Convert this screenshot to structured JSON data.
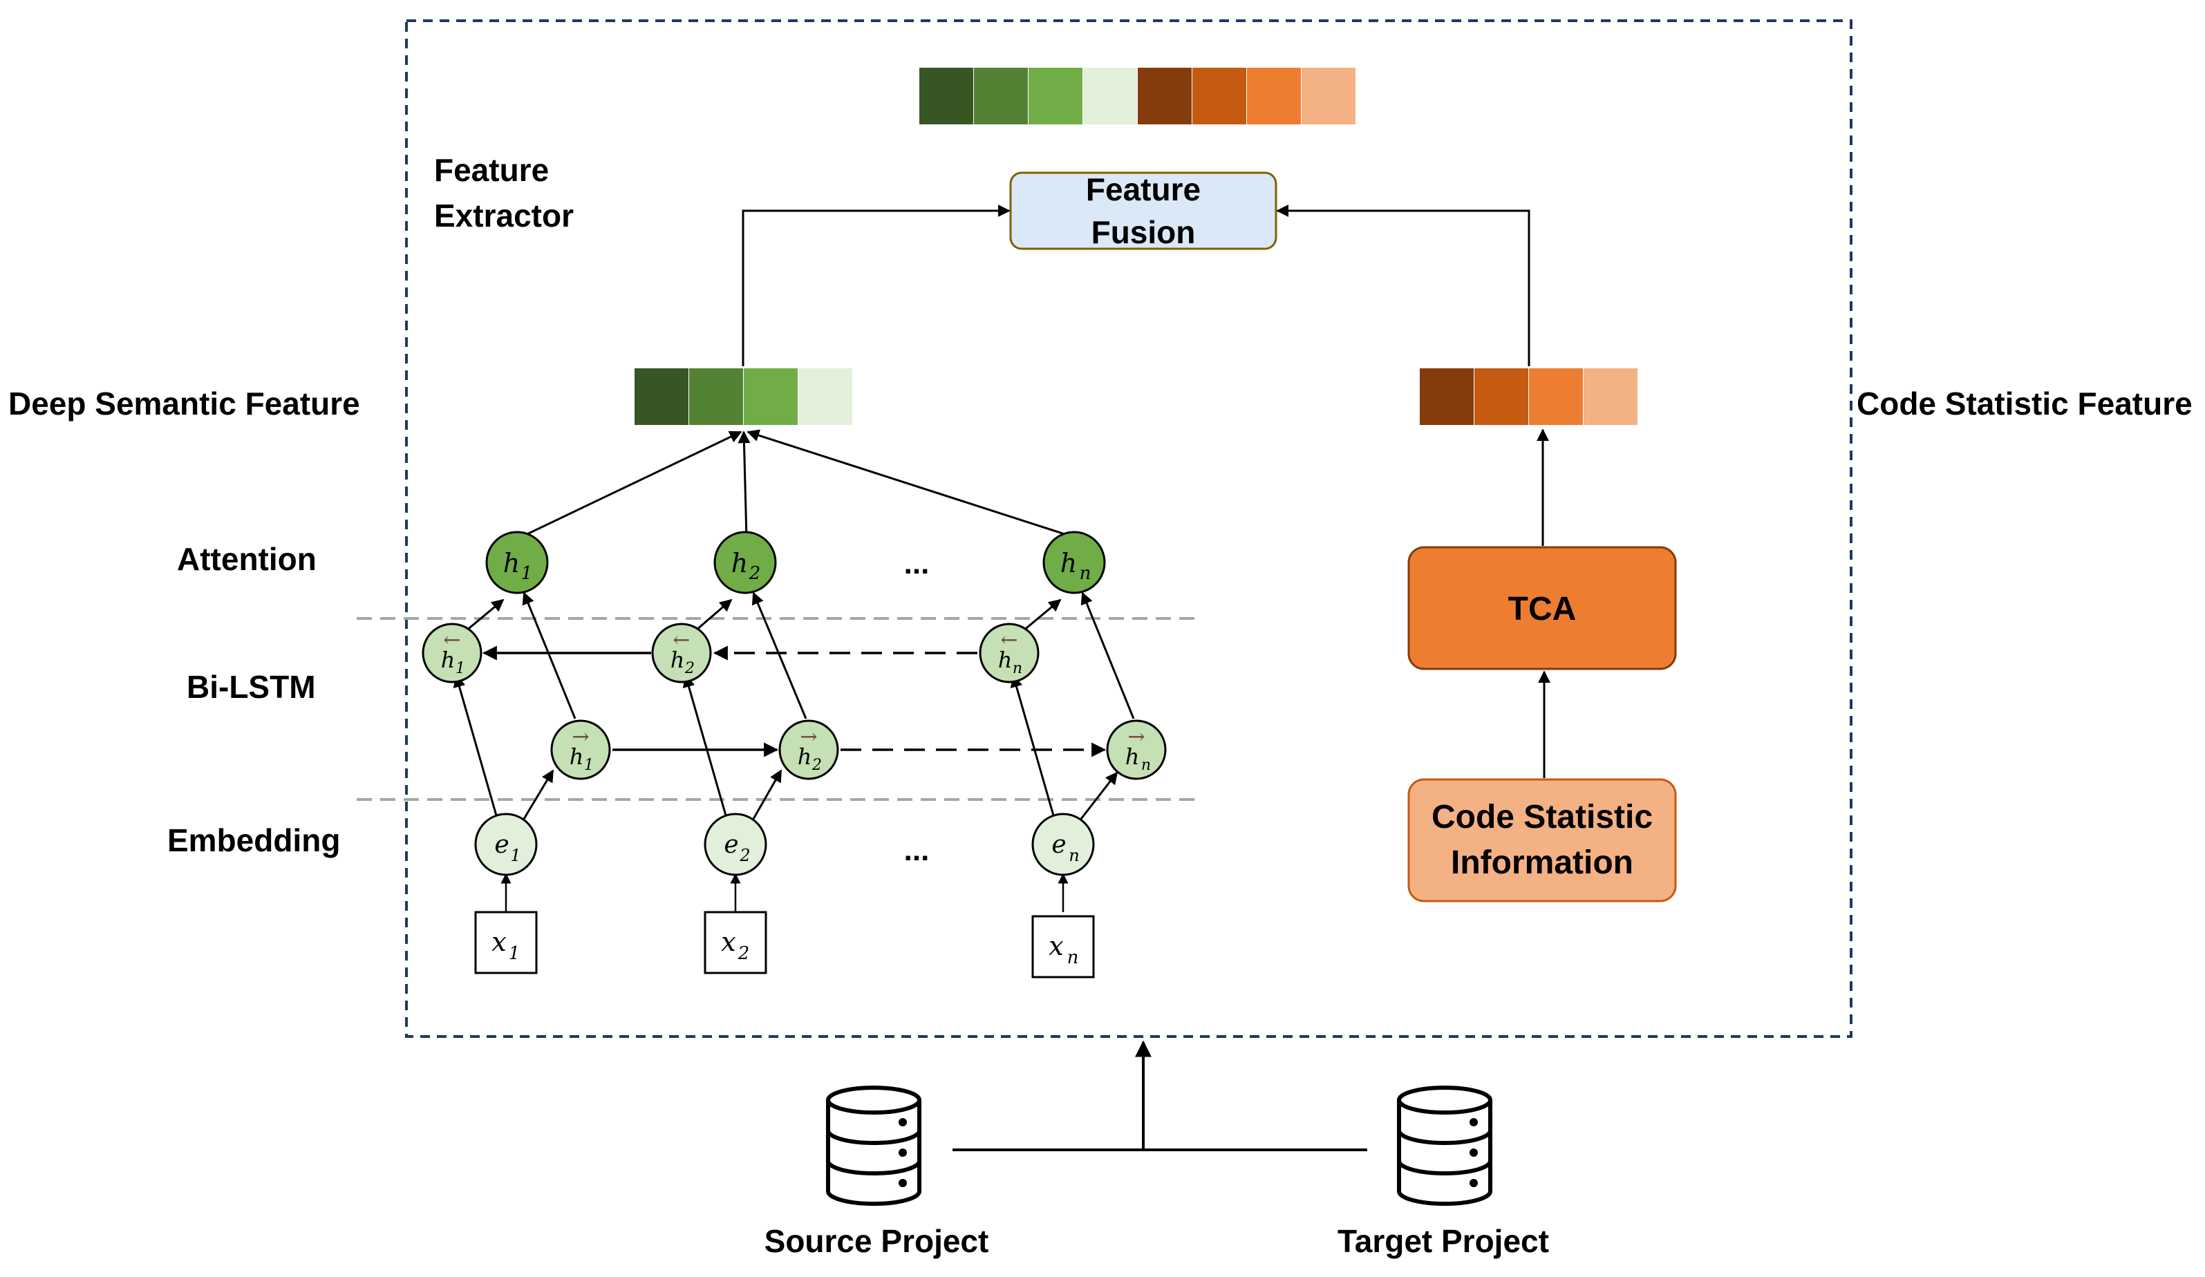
{
  "labels": {
    "feature_extractor_line1": "Feature",
    "feature_extractor_line2": "Extractor",
    "feature_fusion_line1": "Feature",
    "feature_fusion_line2": "Fusion",
    "deep_semantic_feature": "Deep Semantic Feature",
    "code_statistic_feature": "Code Statistic Feature",
    "attention": "Attention",
    "bilstm": "Bi-LSTM",
    "embedding": "Embedding",
    "tca": "TCA",
    "code_statistic_info_line1": "Code Statistic",
    "code_statistic_info_line2": "Information",
    "source_project": "Source Project",
    "target_project": "Target Project",
    "ellipsis": "..."
  },
  "sequence": {
    "inputs": [
      {
        "base": "x",
        "sub": "1"
      },
      {
        "base": "x",
        "sub": "2"
      },
      {
        "base": "x",
        "sub": "n"
      }
    ],
    "embeddings": [
      {
        "base": "e",
        "sub": "1"
      },
      {
        "base": "e",
        "sub": "2"
      },
      {
        "base": "e",
        "sub": "n"
      }
    ],
    "backward_states": [
      {
        "base": "h",
        "sub": "1",
        "arrow": "←"
      },
      {
        "base": "h",
        "sub": "2",
        "arrow": "←"
      },
      {
        "base": "h",
        "sub": "n",
        "arrow": "←"
      }
    ],
    "forward_states": [
      {
        "base": "h",
        "sub": "1",
        "arrow": "→"
      },
      {
        "base": "h",
        "sub": "2",
        "arrow": "→"
      },
      {
        "base": "h",
        "sub": "n",
        "arrow": "→"
      }
    ],
    "attention_states": [
      {
        "base": "h",
        "sub": "1"
      },
      {
        "base": "h",
        "sub": "2"
      },
      {
        "base": "h",
        "sub": "n"
      }
    ]
  },
  "colors": {
    "green_dark": "#375623",
    "green_mid": "#548235",
    "green_light": "#70ad47",
    "green_pale": "#e2efda",
    "orange_dark": "#843c0c",
    "orange_mid": "#c55a11",
    "orange_light": "#ed7d31",
    "orange_pale": "#f4b183",
    "attention_node": "#70ad47",
    "lstm_node": "#c5e0b4",
    "embedding_node": "#e2efda",
    "fusion_fill": "#dae8f7",
    "fusion_border": "#7f6000",
    "tca_fill": "#ed7d31",
    "info_fill": "#f4b183",
    "dash_border": "#1f3864",
    "separator": "#a6a6a6"
  }
}
